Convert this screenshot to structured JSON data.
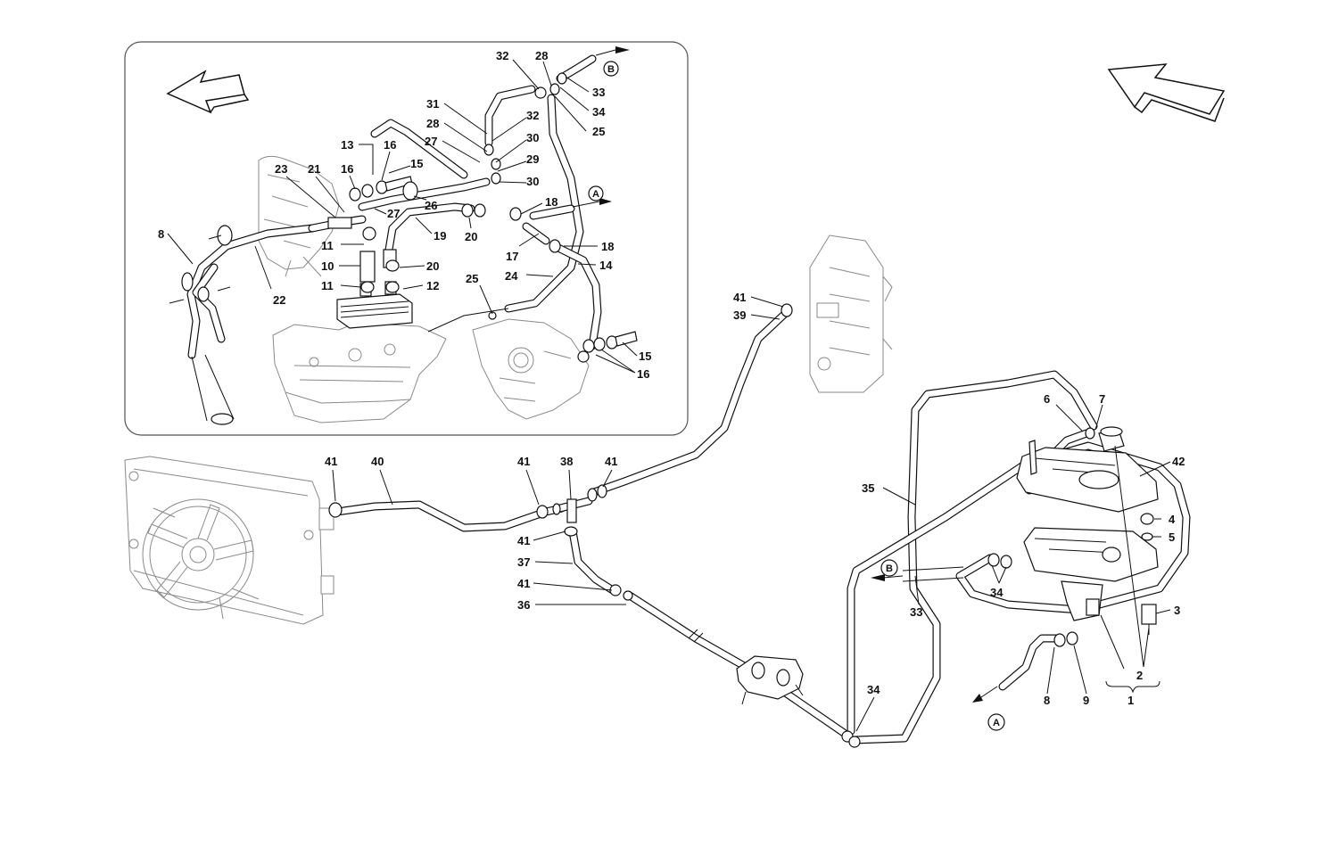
{
  "diagram": {
    "callout_letters": {
      "a": "A",
      "b": "B"
    },
    "labels": [
      {
        "id": "l32a",
        "text": "32"
      },
      {
        "id": "l28a",
        "text": "28"
      },
      {
        "id": "l33",
        "text": "33"
      },
      {
        "id": "l34a",
        "text": "34"
      },
      {
        "id": "l25a",
        "text": "25"
      },
      {
        "id": "l31",
        "text": "31"
      },
      {
        "id": "l32b",
        "text": "32"
      },
      {
        "id": "l28b",
        "text": "28"
      },
      {
        "id": "l30a",
        "text": "30"
      },
      {
        "id": "l27a",
        "text": "27"
      },
      {
        "id": "l29",
        "text": "29"
      },
      {
        "id": "l30b",
        "text": "30"
      },
      {
        "id": "l13",
        "text": "13"
      },
      {
        "id": "l16a",
        "text": "16"
      },
      {
        "id": "l23",
        "text": "23"
      },
      {
        "id": "l21",
        "text": "21"
      },
      {
        "id": "l16b",
        "text": "16"
      },
      {
        "id": "l15a",
        "text": "15"
      },
      {
        "id": "l18a",
        "text": "18"
      },
      {
        "id": "l26",
        "text": "26"
      },
      {
        "id": "l27b",
        "text": "27"
      },
      {
        "id": "l8a",
        "text": "8"
      },
      {
        "id": "l19",
        "text": "19"
      },
      {
        "id": "l20a",
        "text": "20"
      },
      {
        "id": "l11a",
        "text": "11"
      },
      {
        "id": "l17",
        "text": "17"
      },
      {
        "id": "l18b",
        "text": "18"
      },
      {
        "id": "l10",
        "text": "10"
      },
      {
        "id": "l20b",
        "text": "20"
      },
      {
        "id": "l14",
        "text": "14"
      },
      {
        "id": "l24",
        "text": "24"
      },
      {
        "id": "l11b",
        "text": "11"
      },
      {
        "id": "l12",
        "text": "12"
      },
      {
        "id": "l25b",
        "text": "25"
      },
      {
        "id": "l22",
        "text": "22"
      },
      {
        "id": "l15b",
        "text": "15"
      },
      {
        "id": "l16c",
        "text": "16"
      },
      {
        "id": "l41a",
        "text": "41"
      },
      {
        "id": "l39",
        "text": "39"
      },
      {
        "id": "l6",
        "text": "6"
      },
      {
        "id": "l7",
        "text": "7"
      },
      {
        "id": "l41b",
        "text": "41"
      },
      {
        "id": "l40",
        "text": "40"
      },
      {
        "id": "l41c",
        "text": "41"
      },
      {
        "id": "l38",
        "text": "38"
      },
      {
        "id": "l41d",
        "text": "41"
      },
      {
        "id": "l42",
        "text": "42"
      },
      {
        "id": "l35",
        "text": "35"
      },
      {
        "id": "l41e",
        "text": "41"
      },
      {
        "id": "l4",
        "text": "4"
      },
      {
        "id": "l5",
        "text": "5"
      },
      {
        "id": "l37",
        "text": "37"
      },
      {
        "id": "l41f",
        "text": "41"
      },
      {
        "id": "l34b",
        "text": "34"
      },
      {
        "id": "l3",
        "text": "3"
      },
      {
        "id": "l36",
        "text": "36"
      },
      {
        "id": "l33b",
        "text": "33"
      },
      {
        "id": "l34c",
        "text": "34"
      },
      {
        "id": "l2",
        "text": "2"
      },
      {
        "id": "l8b",
        "text": "8"
      },
      {
        "id": "l9",
        "text": "9"
      },
      {
        "id": "l1",
        "text": "1"
      }
    ]
  }
}
